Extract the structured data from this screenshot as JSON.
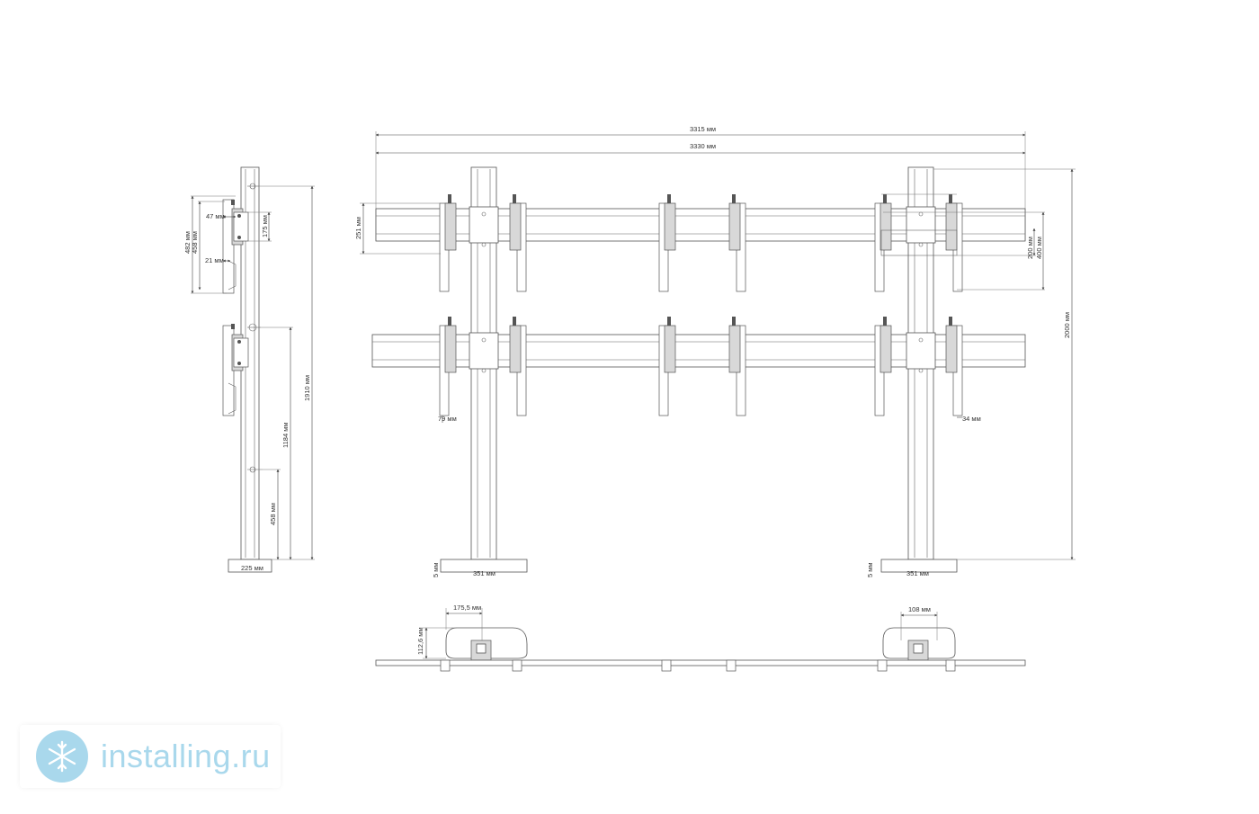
{
  "dimensions": {
    "side": {
      "d47": "47 мм",
      "d175": "175 мм",
      "d482": "482 мм",
      "d458a": "458 мм",
      "d21": "21 мм",
      "d1910": "1910 мм",
      "d1184": "1184 мм",
      "d458b": "458 мм",
      "d225": "225 мм"
    },
    "front": {
      "d3315": "3315 мм",
      "d3330": "3330 мм",
      "d251": "251 мм",
      "d200": "200 мм",
      "d400": "400 мм",
      "d2000": "2000 мм",
      "d79": "79 мм",
      "d34": "34 мм",
      "d5_left": "5 мм",
      "d351_left": "351 мм",
      "d5_right": "5 мм",
      "d351_right": "351 мм"
    },
    "top": {
      "d175_5": "175,5 мм",
      "d112_6": "112,6 мм",
      "d108": "108 мм"
    }
  },
  "watermark": {
    "text": "installing.ru",
    "color": "#a9d8ec",
    "icon": "snowflake-icon"
  }
}
